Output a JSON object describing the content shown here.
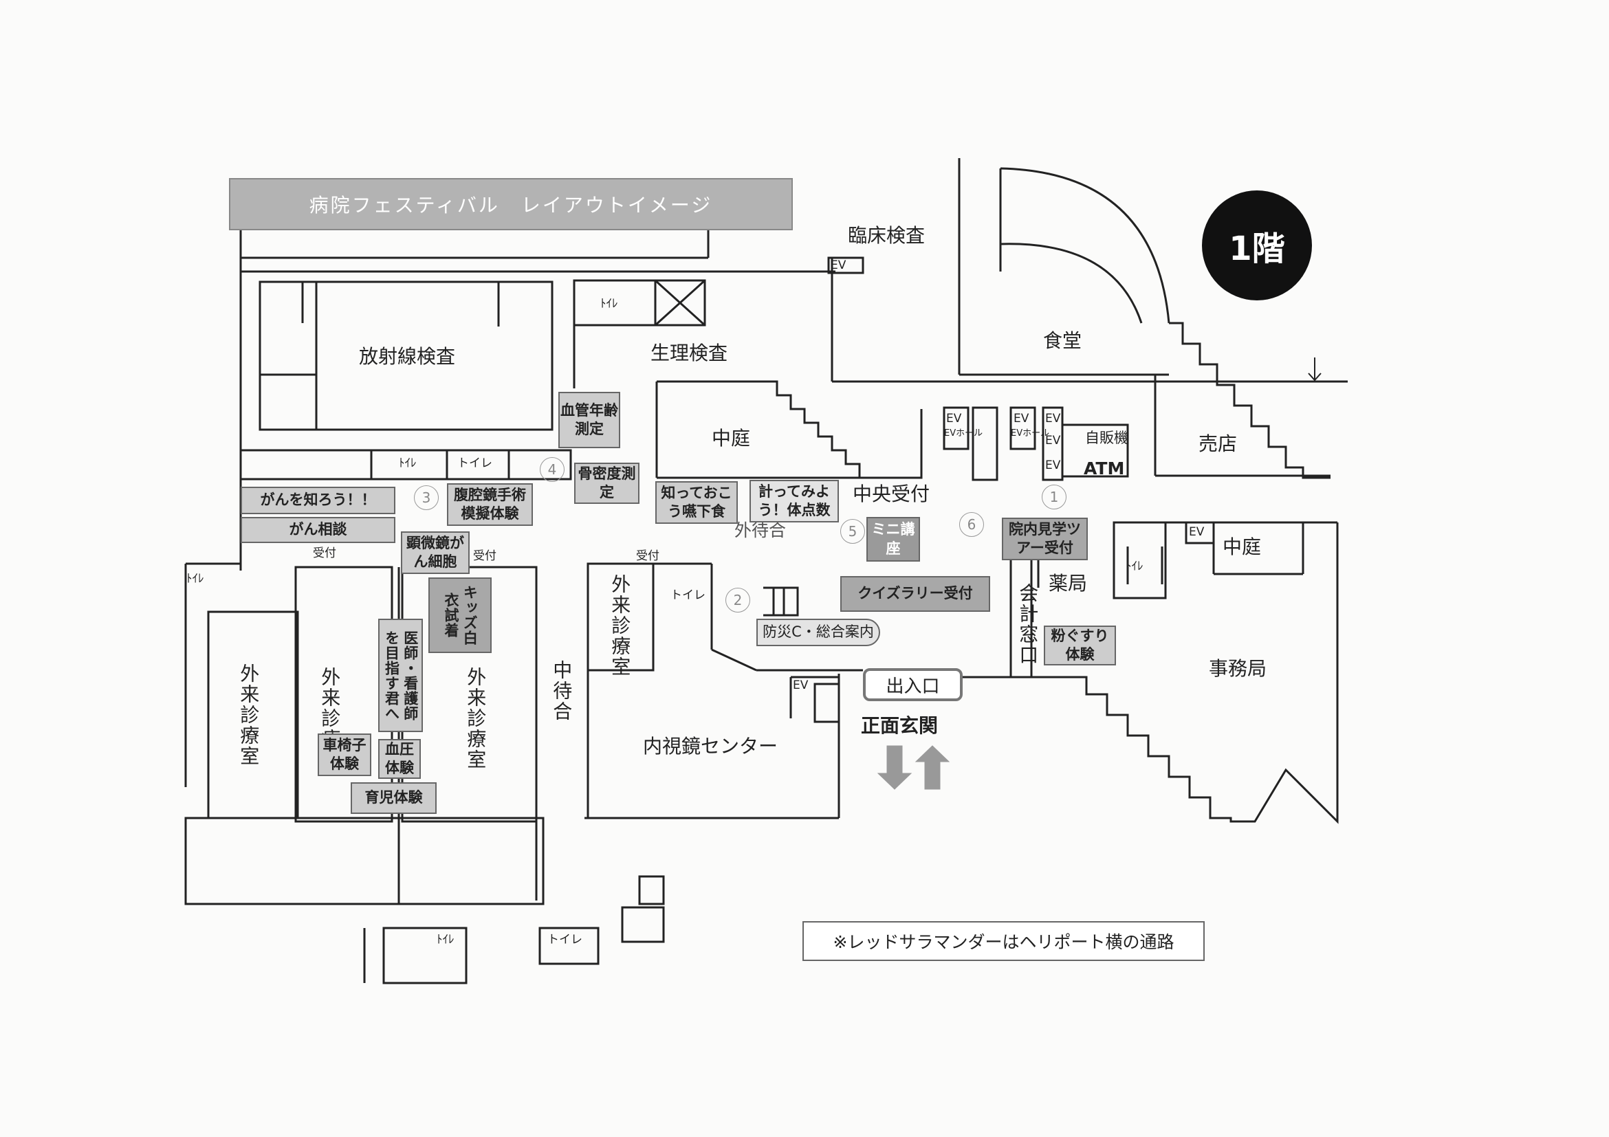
{
  "banner": "病院フェスティバル　レイアウトイメージ",
  "floor": "1階",
  "rooms": {
    "radiology": "放射線検査",
    "physiology": "生理検査",
    "clinical_lab": "臨床検査",
    "cafeteria": "食堂",
    "shop": "売店",
    "courtyard": "中庭",
    "courtyard_2": "中庭",
    "central_reception": "中央受付",
    "outer_waiting": "外待合",
    "middle_waiting": "中待合",
    "pharmacy": "薬局",
    "accounting_window": "会計窓口",
    "admin_office": "事務局",
    "endoscopy_center": "内視鏡センター",
    "outpatient_1": "外来診療室",
    "outpatient_2": "外来診療室",
    "outpatient_3": "外来診療室",
    "outpatient_4": "外来診療室",
    "front_entrance": "正面玄関",
    "entrance": "出入口",
    "atm": "ATM",
    "vending": "自販機"
  },
  "events": {
    "vascular_age": "血管年齢測定",
    "bone_density": "骨密度測定",
    "laparoscope": "腹腔鏡手術模擬体験",
    "know_cancer": "がんを知ろう！！",
    "cancer_consult": "がん相談",
    "microscope": "顕微鏡がん細胞",
    "kids_coat": "キッズ白衣試着",
    "swallow": "知っておこう嚥下食",
    "body_fat": "計ってみよう！体点数",
    "mini_lecture": "ミニ講座",
    "quiz_rally": "クイズラリー受付",
    "disaster": "防災C・総合案内",
    "hospital_tour": "院内見学ツアー受付",
    "powder_med": "粉ぐすり体験",
    "nurse_doctor": "医師・看護師を目指す君へ",
    "wheelchair": "車椅子体験",
    "blood_pressure": "血圧体験",
    "childcare": "育児体験"
  },
  "small_labels": {
    "ev": "EV",
    "ev_hall": "EVホール",
    "toilet": "トイレ",
    "toilet_short": "ﾄｲﾚ",
    "reception": "受付"
  },
  "circle_numbers": [
    "1",
    "2",
    "3",
    "4",
    "5",
    "6"
  ],
  "note": "※レッドサラマンダーはヘリポート横の通路"
}
